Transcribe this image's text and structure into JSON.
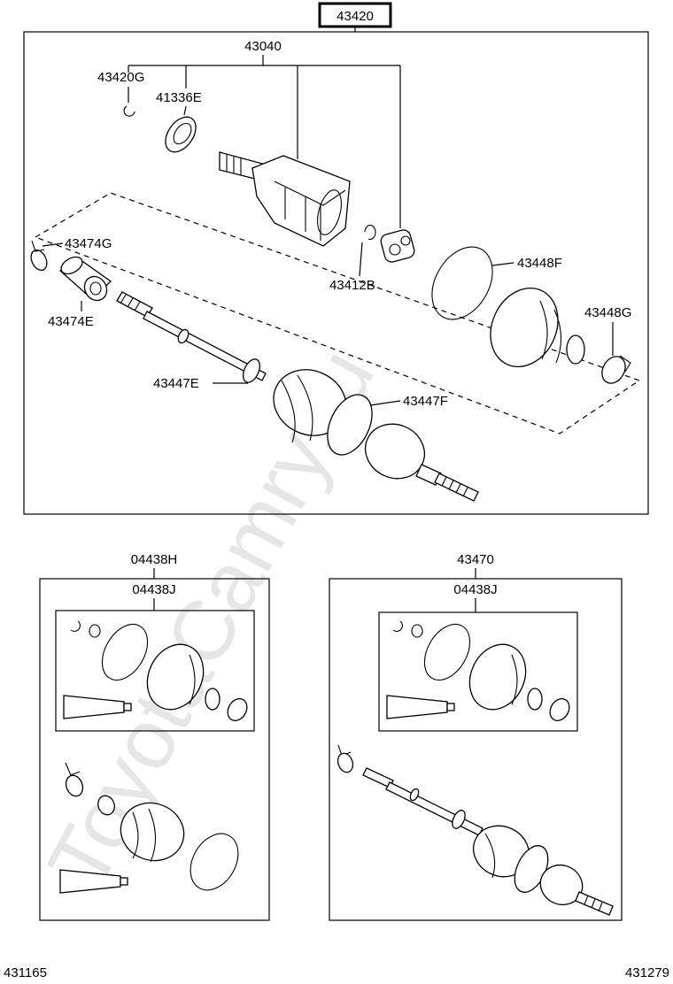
{
  "watermark": "ToyotaCamry.ru",
  "main": {
    "assembly_label": "43420",
    "parts": {
      "p43040": "43040",
      "p43420G": "43420G",
      "p41336E": "41336E",
      "p43474G": "43474G",
      "p43474E": "43474E",
      "p43412B": "43412B",
      "p43448F": "43448F",
      "p43448G": "43448G",
      "p43447E": "43447E",
      "p43447F": "43447F"
    }
  },
  "kit_left": {
    "outer_label": "04438H",
    "inner_label": "04438J"
  },
  "kit_right": {
    "outer_label": "43470",
    "inner_label": "04438J"
  },
  "footer": {
    "left_code": "431165",
    "right_code": "431279"
  }
}
